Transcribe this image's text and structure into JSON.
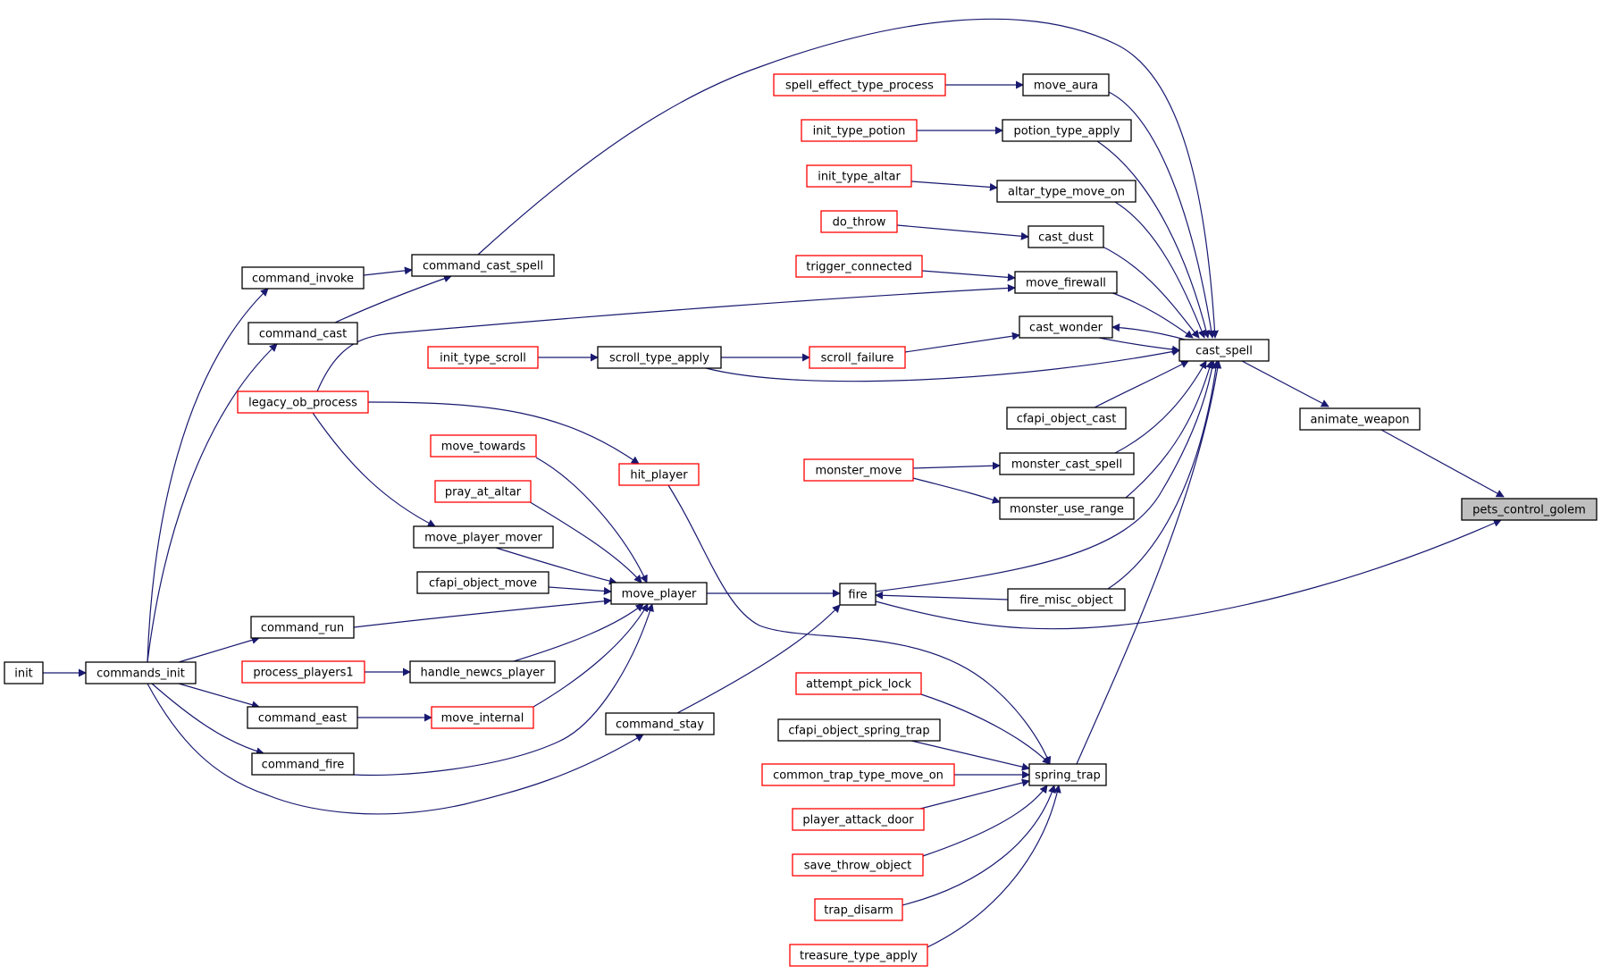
{
  "colors": {
    "edge": "#191970",
    "node_black_border": "#000000",
    "node_red_border": "#ff0000",
    "highlight_fill": "#bfbfbf"
  },
  "graph": {
    "nodes": [
      {
        "id": "pets_control_golem",
        "label": "pets_control_golem",
        "style": "highlight"
      },
      {
        "id": "animate_weapon",
        "label": "animate_weapon",
        "style": "black"
      },
      {
        "id": "cast_spell",
        "label": "cast_spell",
        "style": "black"
      },
      {
        "id": "move_aura",
        "label": "move_aura",
        "style": "black"
      },
      {
        "id": "spell_effect_type_process",
        "label": "spell_effect_type_process",
        "style": "red"
      },
      {
        "id": "potion_type_apply",
        "label": "potion_type_apply",
        "style": "black"
      },
      {
        "id": "init_type_potion",
        "label": "init_type_potion",
        "style": "red"
      },
      {
        "id": "altar_type_move_on",
        "label": "altar_type_move_on",
        "style": "black"
      },
      {
        "id": "init_type_altar",
        "label": "init_type_altar",
        "style": "red"
      },
      {
        "id": "cast_dust",
        "label": "cast_dust",
        "style": "black"
      },
      {
        "id": "do_throw",
        "label": "do_throw",
        "style": "red"
      },
      {
        "id": "move_firewall",
        "label": "move_firewall",
        "style": "black"
      },
      {
        "id": "trigger_connected",
        "label": "trigger_connected",
        "style": "red"
      },
      {
        "id": "cast_wonder",
        "label": "cast_wonder",
        "style": "black"
      },
      {
        "id": "scroll_failure",
        "label": "scroll_failure",
        "style": "red"
      },
      {
        "id": "scroll_type_apply",
        "label": "scroll_type_apply",
        "style": "black"
      },
      {
        "id": "init_type_scroll",
        "label": "init_type_scroll",
        "style": "red"
      },
      {
        "id": "cfapi_object_cast",
        "label": "cfapi_object_cast",
        "style": "black"
      },
      {
        "id": "monster_cast_spell",
        "label": "monster_cast_spell",
        "style": "black"
      },
      {
        "id": "monster_move",
        "label": "monster_move",
        "style": "red"
      },
      {
        "id": "monster_use_range",
        "label": "monster_use_range",
        "style": "black"
      },
      {
        "id": "fire",
        "label": "fire",
        "style": "black"
      },
      {
        "id": "fire_misc_object",
        "label": "fire_misc_object",
        "style": "black"
      },
      {
        "id": "spring_trap",
        "label": "spring_trap",
        "style": "black"
      },
      {
        "id": "attempt_pick_lock",
        "label": "attempt_pick_lock",
        "style": "red"
      },
      {
        "id": "cfapi_object_spring_trap",
        "label": "cfapi_object_spring_trap",
        "style": "black"
      },
      {
        "id": "common_trap_type_move_on",
        "label": "common_trap_type_move_on",
        "style": "red"
      },
      {
        "id": "player_attack_door",
        "label": "player_attack_door",
        "style": "red"
      },
      {
        "id": "save_throw_object",
        "label": "save_throw_object",
        "style": "red"
      },
      {
        "id": "trap_disarm",
        "label": "trap_disarm",
        "style": "red"
      },
      {
        "id": "treasure_type_apply",
        "label": "treasure_type_apply",
        "style": "red"
      },
      {
        "id": "command_cast_spell",
        "label": "command_cast_spell",
        "style": "black"
      },
      {
        "id": "command_invoke",
        "label": "command_invoke",
        "style": "black"
      },
      {
        "id": "command_cast",
        "label": "command_cast",
        "style": "black"
      },
      {
        "id": "legacy_ob_process",
        "label": "legacy_ob_process",
        "style": "red"
      },
      {
        "id": "hit_player",
        "label": "hit_player",
        "style": "red"
      },
      {
        "id": "move_player",
        "label": "move_player",
        "style": "black"
      },
      {
        "id": "move_towards",
        "label": "move_towards",
        "style": "red"
      },
      {
        "id": "pray_at_altar",
        "label": "pray_at_altar",
        "style": "red"
      },
      {
        "id": "move_player_mover",
        "label": "move_player_mover",
        "style": "black"
      },
      {
        "id": "cfapi_object_move",
        "label": "cfapi_object_move",
        "style": "black"
      },
      {
        "id": "command_run",
        "label": "command_run",
        "style": "black"
      },
      {
        "id": "handle_newcs_player",
        "label": "handle_newcs_player",
        "style": "black"
      },
      {
        "id": "process_players1",
        "label": "process_players1",
        "style": "red"
      },
      {
        "id": "move_internal",
        "label": "move_internal",
        "style": "red"
      },
      {
        "id": "command_east",
        "label": "command_east",
        "style": "black"
      },
      {
        "id": "command_fire",
        "label": "command_fire",
        "style": "black"
      },
      {
        "id": "command_stay",
        "label": "command_stay",
        "style": "black"
      },
      {
        "id": "commands_init",
        "label": "commands_init",
        "style": "black"
      },
      {
        "id": "init",
        "label": "init",
        "style": "black"
      }
    ]
  }
}
